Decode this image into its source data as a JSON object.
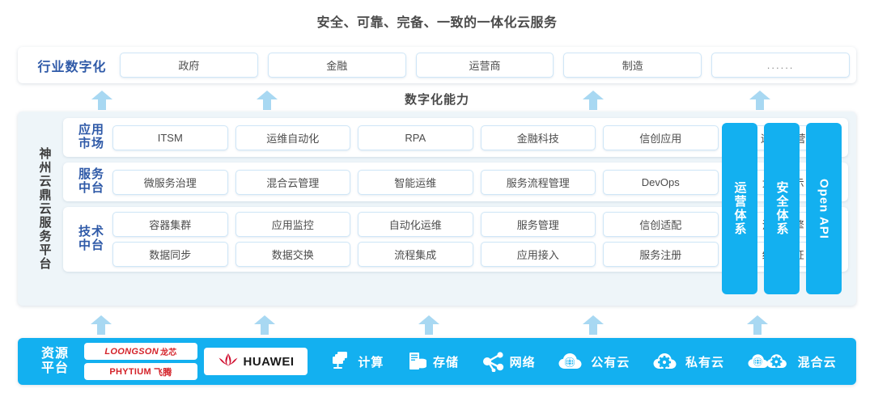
{
  "title": "安全、可靠、完备、一致的一体化云服务",
  "capability_label": "数字化能力",
  "industry": {
    "label": "行业数字化",
    "items": [
      "政府",
      "金融",
      "运营商",
      "制造",
      "......"
    ]
  },
  "platform": {
    "vertical_label": "神州云鼎云服务平台",
    "bands": [
      {
        "label_line1": "应用",
        "label_line2": "市场",
        "rows": [
          [
            "ITSM",
            "运维自动化",
            "RPA",
            "金融科技",
            "信创应用",
            "运维/运营"
          ]
        ]
      },
      {
        "label_line1": "服务",
        "label_line2": "中台",
        "rows": [
          [
            "微服务治理",
            "混合云管理",
            "智能运维",
            "服务流程管理",
            "DevOps",
            "大屏展示"
          ]
        ]
      },
      {
        "label_line1": "技术",
        "label_line2": "中台",
        "rows": [
          [
            "容器集群",
            "应用监控",
            "自动化运维",
            "服务管理",
            "信创适配",
            "流程引擎"
          ],
          [
            "数据同步",
            "数据交换",
            "流程集成",
            "应用接入",
            "服务注册",
            "统一认证"
          ]
        ]
      }
    ],
    "vertical_bars": [
      {
        "text": "运营体系",
        "lang": "cn"
      },
      {
        "text": "安全体系",
        "lang": "cn"
      },
      {
        "text": "Open API",
        "lang": "en"
      }
    ]
  },
  "resource": {
    "label_line1": "资源",
    "label_line2": "平台",
    "logos": [
      {
        "name": "loongson",
        "en": "LOONGSON",
        "cn": "龙芯"
      },
      {
        "name": "phytium",
        "en": "PHYTIUM",
        "cn": "飞腾"
      },
      {
        "name": "huawei",
        "en": "HUAWEI",
        "cn": ""
      }
    ],
    "items": [
      {
        "icon": "compute-icon",
        "label": "计算"
      },
      {
        "icon": "storage-icon",
        "label": "存储"
      },
      {
        "icon": "network-icon",
        "label": "网络"
      },
      {
        "icon": "public-cloud-icon",
        "label": "公有云"
      },
      {
        "icon": "private-cloud-icon",
        "label": "私有云"
      },
      {
        "icon": "hybrid-cloud-icon",
        "label": "混合云"
      }
    ]
  },
  "colors": {
    "accent_blue": "#13b0f0",
    "label_blue": "#2f5aa8",
    "arrow_blue": "#a8d8f2",
    "panel_bg": "#eef5f9",
    "logo_red": "#d4232a"
  },
  "arrows": {
    "upper_x": [
      126,
      330,
      733,
      939
    ],
    "lower_x": [
      125,
      327,
      530,
      733,
      936
    ]
  }
}
